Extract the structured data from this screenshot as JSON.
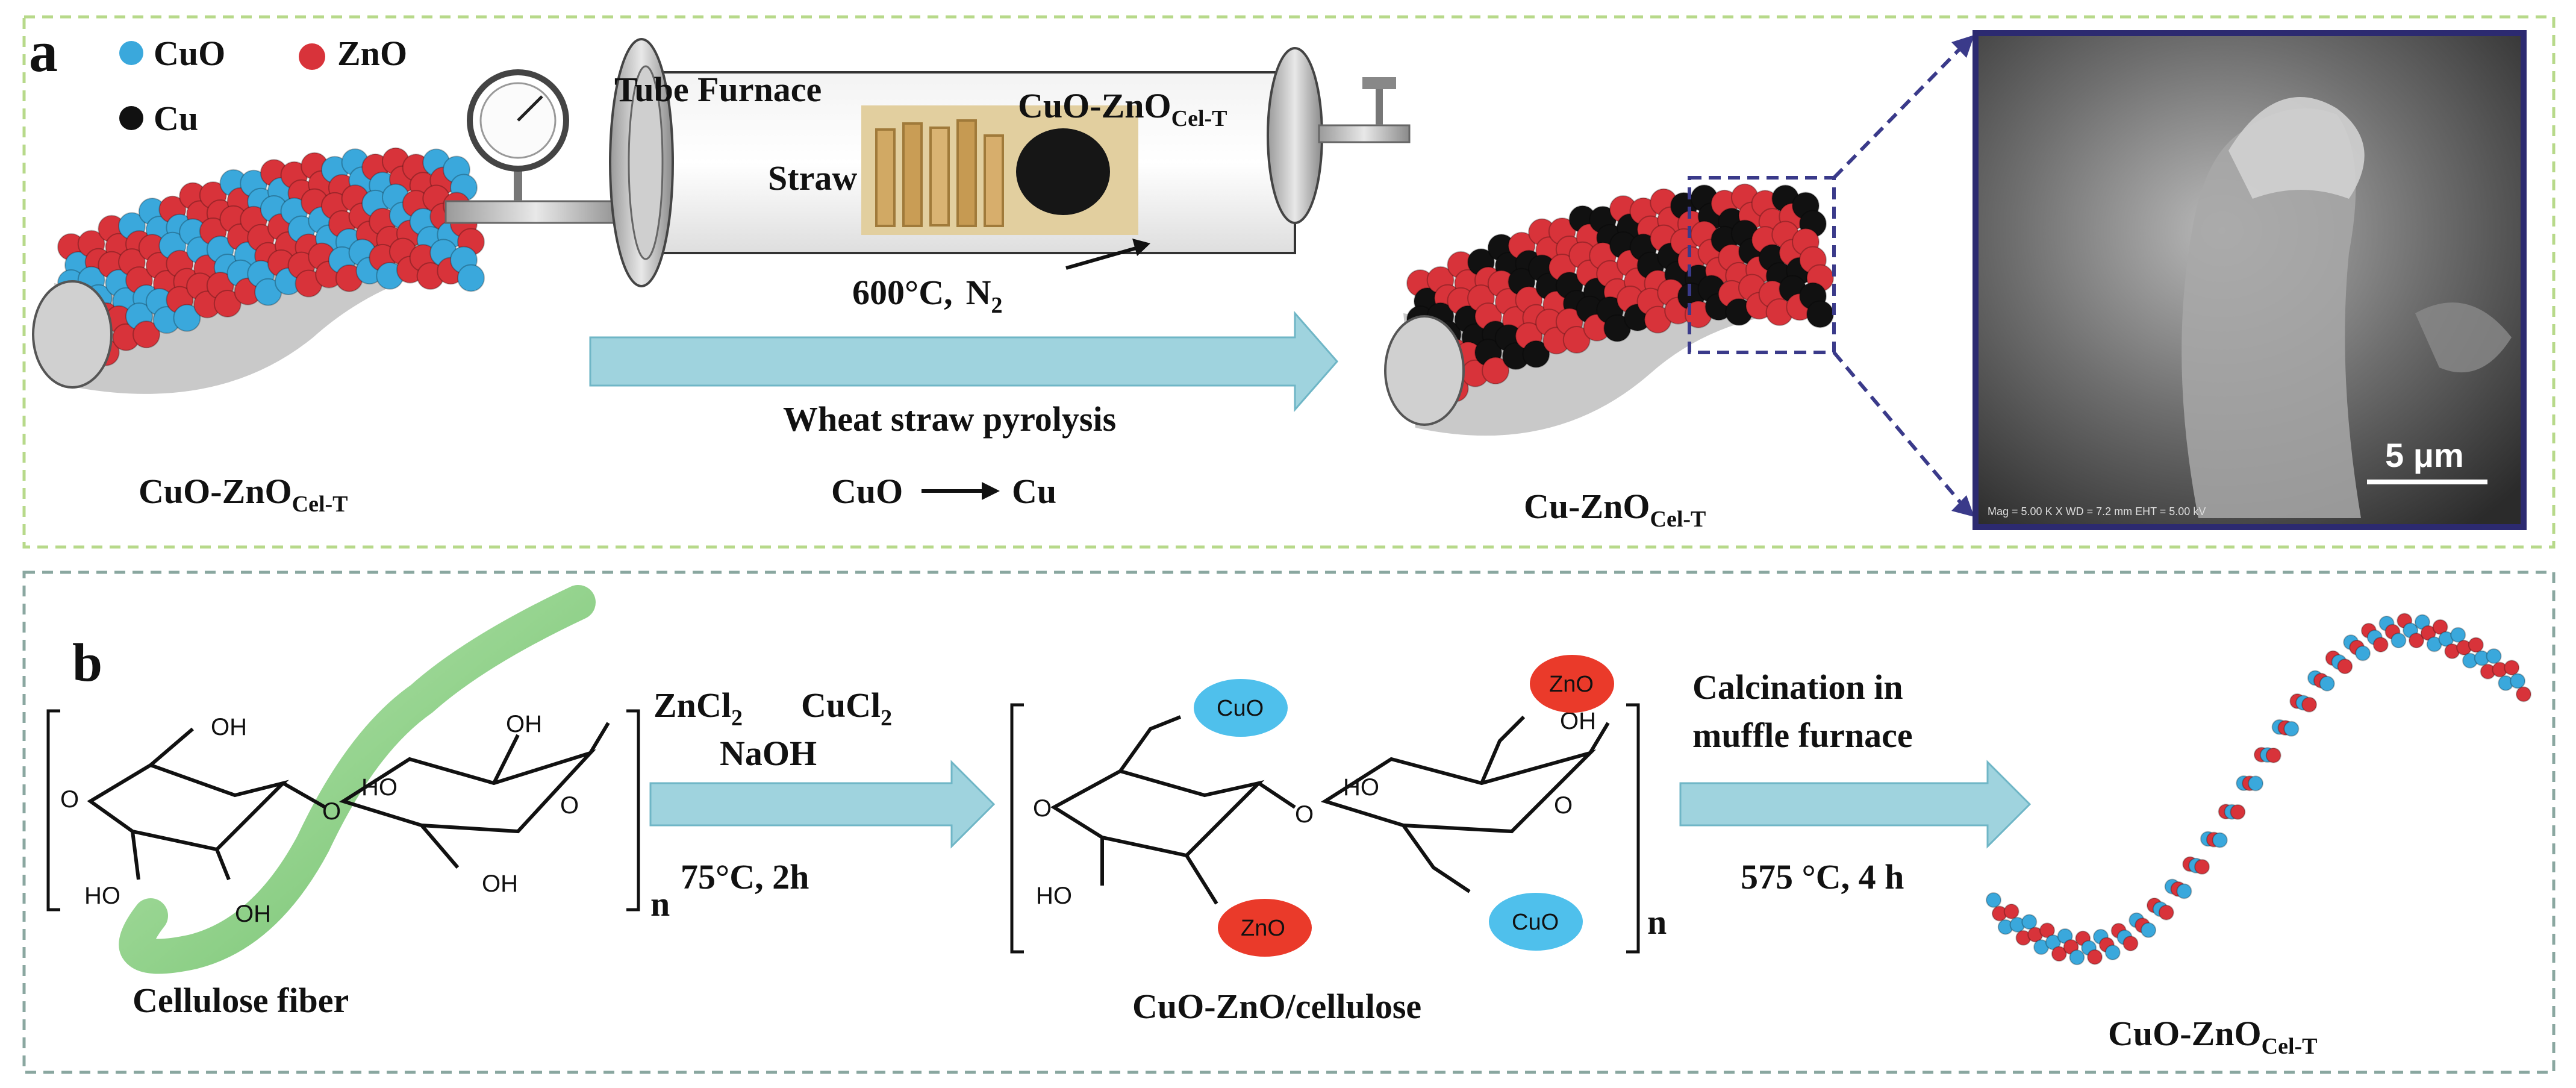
{
  "panel_a": {
    "label": "a",
    "legend": [
      {
        "label": "CuO",
        "color": "#3aa8dc"
      },
      {
        "label": "ZnO",
        "color": "#d8333a"
      },
      {
        "label": "Cu",
        "color": "#111111"
      }
    ],
    "furnace_title": "Tube Furnace",
    "straw_label": "Straw",
    "product_in_tube": {
      "base": "CuO-ZnO",
      "sub": "Cel-T"
    },
    "conditions": {
      "temp": "600°C,",
      "gas": "N",
      "gas_sub": "2"
    },
    "process_label": "Wheat straw pyrolysis",
    "reaction": {
      "from": "CuO",
      "to": "Cu"
    },
    "start_material": {
      "base": "CuO-ZnO",
      "sub": "Cel-T"
    },
    "end_material": {
      "base": "Cu-ZnO",
      "sub": "Cel-T"
    },
    "sem_scale_bar": "5 μm",
    "sem_caption": "Mag = 5.00 K X  WD = 7.2 mm  EHT = 5.00 kV"
  },
  "panel_b": {
    "label": "b",
    "reagents": {
      "zn": "ZnCl",
      "zn_sub": "2",
      "cu": "CuCl",
      "cu_sub": "2",
      "base": "NaOH"
    },
    "step1_conditions": "75°C, 2h",
    "cellulose_label": "Cellulose fiber",
    "intermediate_label": "CuO-ZnO/cellulose",
    "step2_line1": "Calcination in",
    "step2_line2": "muffle furnace",
    "step2_conditions": "575 °C, 4 h",
    "final_material": {
      "base": "CuO-ZnO",
      "sub": "Cel-T"
    },
    "oh": "OH",
    "ho": "HO",
    "o": "O",
    "n": "n",
    "cuo": "CuO",
    "zno": "ZnO"
  },
  "colors": {
    "cuo": "#3aa8dc",
    "zno": "#d8333a",
    "cu": "#111111",
    "arrow": "#9fd3de",
    "arrow_edge": "#6fb6c6",
    "frame_a": "#b7d98a",
    "frame_b": "#8aa7a0",
    "sem_frame": "#2c2a70",
    "fiber_green": "#8fd18a"
  }
}
